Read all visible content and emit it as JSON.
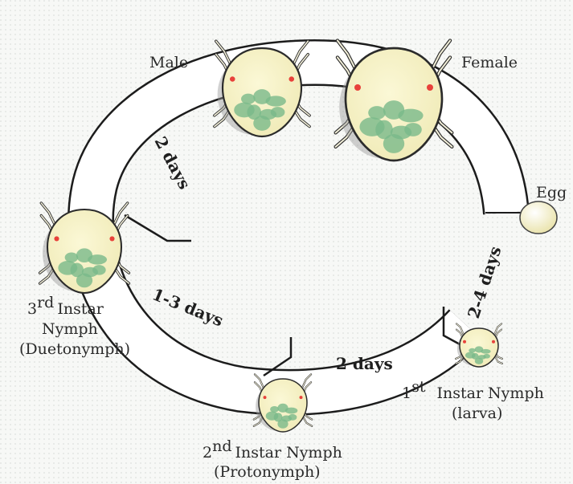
{
  "diagram": {
    "stages": {
      "male": "Male",
      "female": "Female",
      "egg": "Egg",
      "larva_line1": "1",
      "larva_line1b": "Instar Nymph",
      "larva_line2": "(larva)",
      "protonymph_line1": "2",
      "protonymph_line1b": "Instar Nymph",
      "protonymph_line2": "(Protonymph)",
      "deutonymph_line1": "3",
      "deutonymph_line1b": "Instar",
      "deutonymph_line2": "Nymph",
      "deutonymph_line3": "(Duetonymph)"
    },
    "durations": {
      "egg_to_larva": "2-4 days",
      "larva_to_protonymph": "2 days",
      "protonymph_to_deutonymph": "1-3 days",
      "deutonymph_to_adult": "2 days"
    },
    "colors": {
      "ring_fill": "#ffffff",
      "ring_stroke": "#1c1c1c",
      "mite_body": "#f7f3c4",
      "mite_spots": "#79b98a",
      "mite_eye": "#e8413a",
      "egg": "#f4efc4"
    }
  }
}
